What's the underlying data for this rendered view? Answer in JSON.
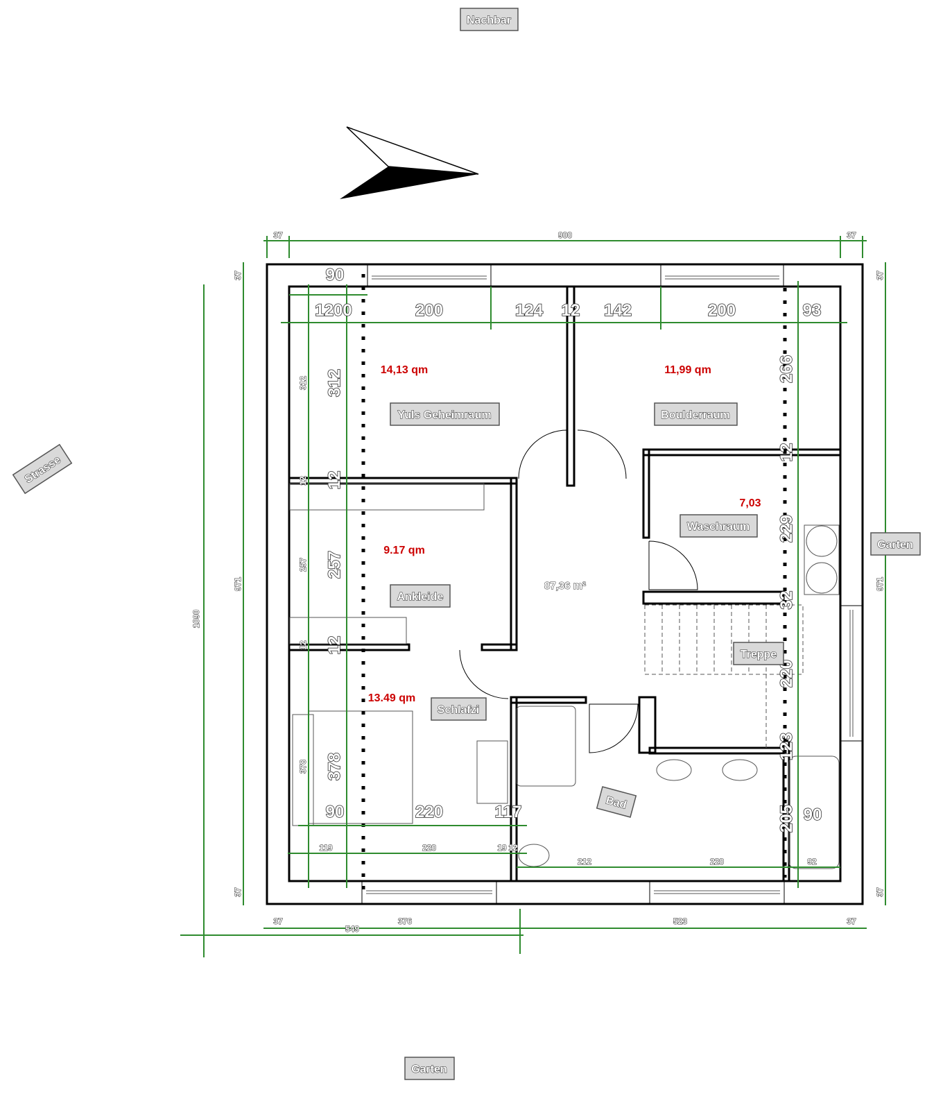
{
  "labels": {
    "neighbor": "Nachbar",
    "street": "Strasse",
    "garden_right": "Garten",
    "garden_bottom": "Garten",
    "yuls": "Yuls Geheimraum",
    "boulder": "Boulderraum",
    "wasch": "Waschraum",
    "ankleide": "Ankleide",
    "treppe": "Treppe",
    "schlafzi": "Schlafzi",
    "bad": "Bad"
  },
  "areas": {
    "yuls": "14,13 qm",
    "boulder": "11,99 qm",
    "wasch": "7,03",
    "ankleide": "9.17 qm",
    "schlafzi": "13.49 qm",
    "total": "87,36 m²"
  },
  "dims": {
    "top": [
      "37",
      "900",
      "37"
    ],
    "top_inner": [
      "90",
      "1200",
      "200",
      "124",
      "12",
      "142",
      "200",
      "93"
    ],
    "left_outer": [
      "37",
      "971",
      "37",
      "1090"
    ],
    "left_inner_small": [
      "312",
      "12",
      "257",
      "12",
      "378"
    ],
    "left_inner_large": [
      "312",
      "12",
      "257",
      "12",
      "378"
    ],
    "bed": [
      "90",
      "220",
      "117"
    ],
    "bottom_inner": [
      "119",
      "220",
      "19",
      "12",
      "212",
      "220",
      "92"
    ],
    "right_inner": [
      "266",
      "12",
      "229",
      "32",
      "220",
      "123",
      "205",
      "90"
    ],
    "right_outer": [
      "37",
      "971",
      "37"
    ],
    "bottom": [
      "37",
      "376",
      "523",
      "37",
      "549"
    ]
  },
  "colors": {
    "dimension": "#2e8b2e",
    "area": "#cc0000",
    "label_box": "#d9d9d9"
  }
}
